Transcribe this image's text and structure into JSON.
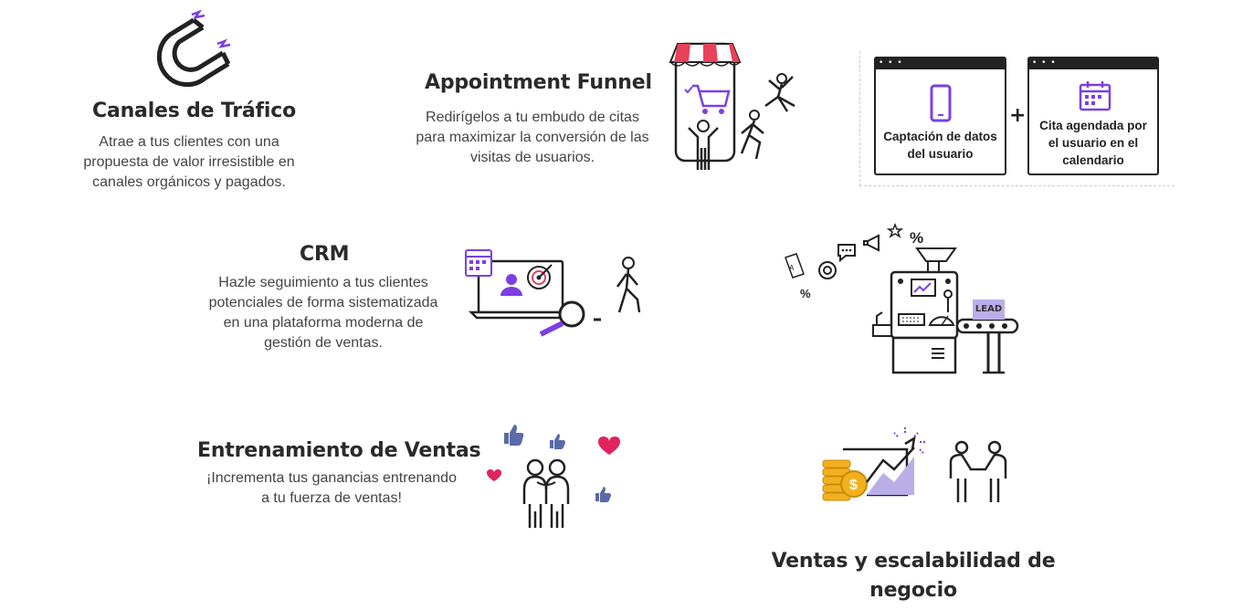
{
  "sections": {
    "traffic": {
      "title": "Canales de Tráfico",
      "description": "Atrae a tus clientes con una propuesta de valor irresistible en canales orgánicos y pagados.",
      "icon": "magnet-icon"
    },
    "funnel": {
      "title": "Appointment Funnel",
      "description": "Redirígelos a tu embudo de citas para maximizar la conversión de las visitas de usuarios.",
      "icon": "shop-phone-icon"
    },
    "crm": {
      "title": "CRM",
      "description": "Hazle seguimiento a tus clientes potenciales de forma sistematizada en una plataforma moderna de gestión de ventas.",
      "icon": "laptop-target-icon"
    },
    "training": {
      "title": "Entrenamiento de Ventas",
      "description": "¡Incrementa tus ganancias entrenando a tu fuerza de ventas!",
      "icon": "team-likes-icon"
    },
    "sales": {
      "title": "Ventas y escalabilidad de negocio",
      "icon": "growth-handshake-icon"
    }
  },
  "cards": {
    "capture": "Captación de datos del usuario",
    "plus": "+",
    "appointment": "Cita agendada por el usuario en el calendario"
  },
  "machine": {
    "lead_label": "LEAD",
    "percent": "%"
  },
  "colors": {
    "accent": "#7b3fe4",
    "heart": "#e0245e",
    "like": "#5b6aa8",
    "shop_red": "#e8415a",
    "coin": "#f2b01e",
    "lavender": "#b9aee8"
  }
}
